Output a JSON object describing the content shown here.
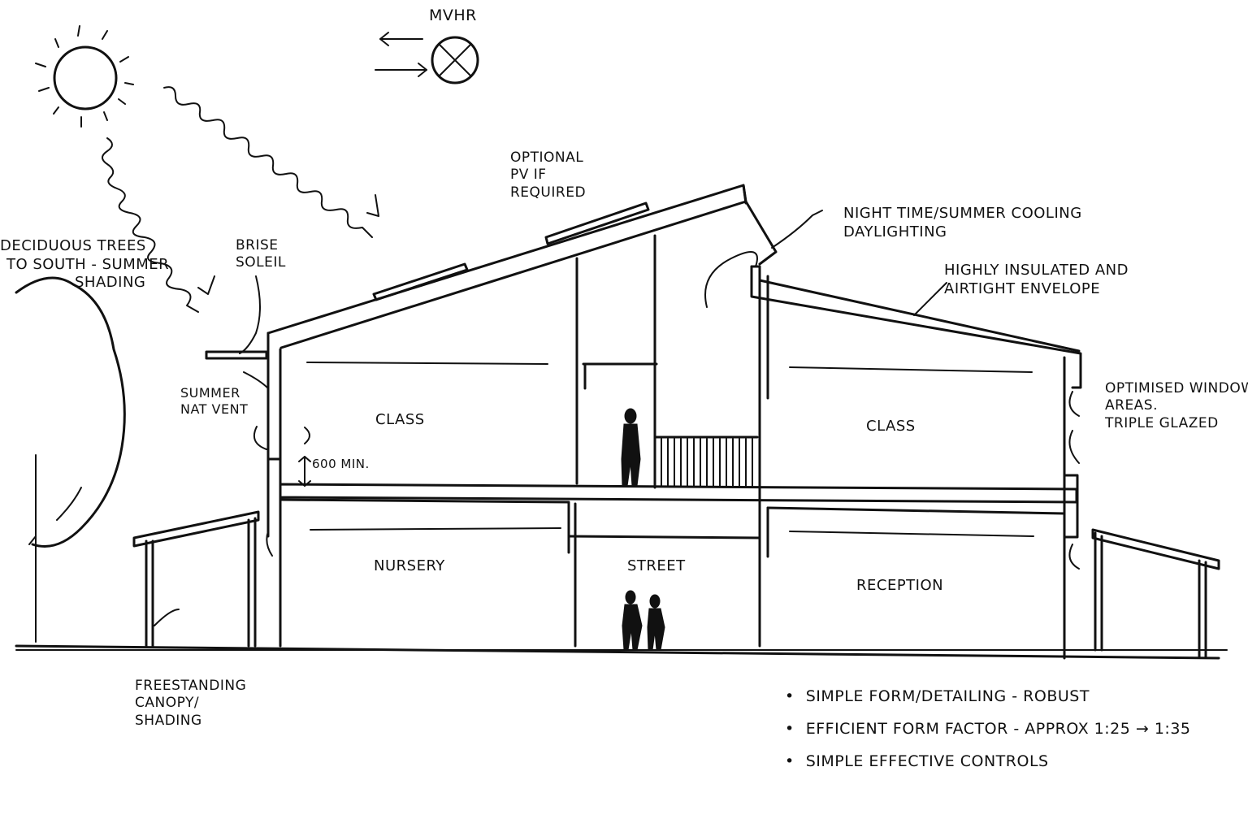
{
  "labels": {
    "mvhr": "MVHR",
    "optional_pv": [
      "OPTIONAL",
      "PV IF",
      "REQUIRED"
    ],
    "night_time": [
      "NIGHT TIME/SUMMER COOLING",
      "DAYLIGHTING"
    ],
    "envelope": [
      "HIGHLY INSULATED AND",
      "AIRTIGHT ENVELOPE"
    ],
    "trees": [
      "DECIDUOUS TREES",
      "TO SOUTH - SUMMER",
      "SHADING"
    ],
    "brise_soleil": [
      "BRISE",
      "SOLEIL"
    ],
    "summer_vent": [
      "SUMMER",
      "NAT VENT"
    ],
    "min_height": "600 MIN.",
    "windows": [
      "OPTIMISED WINDOW",
      "AREAS.",
      "TRIPLE GLAZED"
    ],
    "canopy": [
      "FREESTANDING",
      "CANOPY/",
      "SHADING"
    ]
  },
  "rooms": {
    "class_left": "CLASS",
    "class_right": "CLASS",
    "nursery": "NURSERY",
    "street": "STREET",
    "reception": "RECEPTION"
  },
  "notes": [
    "SIMPLE FORM/DETAILING - ROBUST",
    "EFFICIENT FORM FACTOR - APPROX 1:25 → 1:35",
    "SIMPLE EFFECTIVE CONTROLS"
  ]
}
